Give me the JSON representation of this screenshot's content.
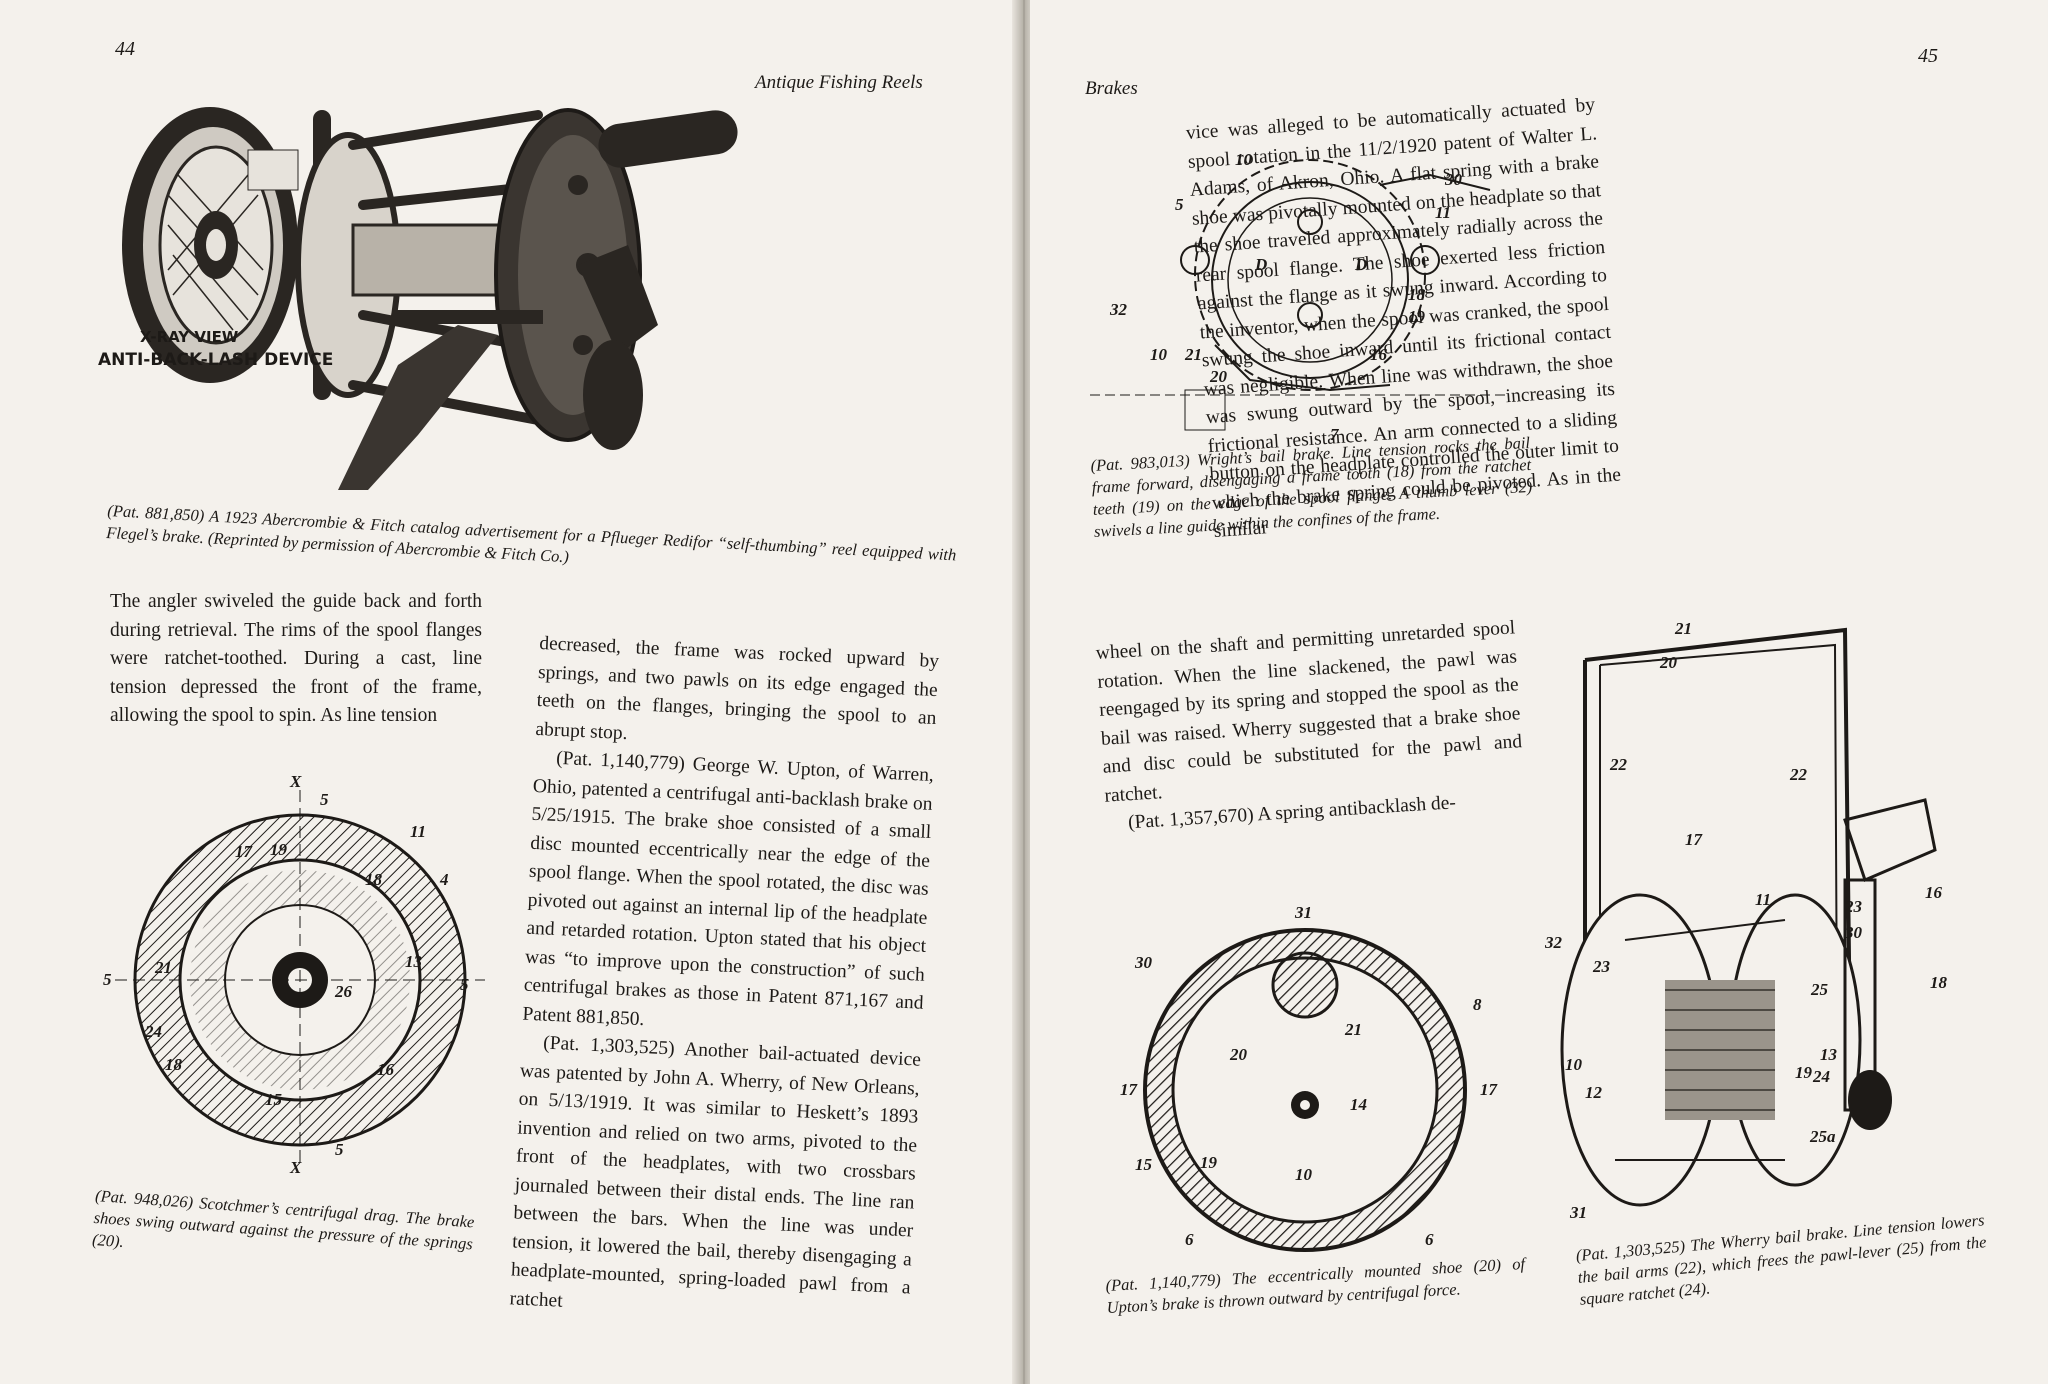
{
  "left_page": {
    "folio": "44",
    "running_head": "Antique Fishing Reels",
    "figure1": {
      "xray_label": "X-RAY VIEW",
      "device_label": "ANTI-BACK-LASH DEVICE"
    },
    "caption1": "(Pat. 881,850) A 1923 Abercrombie & Fitch catalog advertisement for a Pflueger Redifor “self-thumbing” reel equipped with Flegel’s brake. (Reprinted by permission of Abercrombie & Fitch Co.)",
    "col1_text": "The angler swiveled the guide back and forth during retrieval. The rims of the spool flanges were ratchet-toothed. During a cast, line tension depressed the front of the frame, allowing the spool to spin. As line tension",
    "figure2": {
      "labels": [
        "X",
        "5",
        "11",
        "17",
        "19",
        "18",
        "4",
        "5",
        "21",
        "13",
        "5",
        "26",
        "24",
        "18",
        "16",
        "15",
        "5",
        "X"
      ]
    },
    "caption2": "(Pat. 948,026) Scotchmer’s centrifugal drag. The brake shoes swing outward against the pressure of the springs (20).",
    "col2_p1": "decreased, the frame was rocked upward by springs, and two pawls on its edge engaged the teeth on the flanges, bringing the spool to an abrupt stop.",
    "col2_p2": "(Pat. 1,140,779) George W. Upton, of Warren, Ohio, patented a centrifugal anti-backlash brake on 5/25/1915. The brake shoe consisted of a small disc mounted eccentrically near the edge of the spool flange. When the spool rotated, the disc was pivoted out against an internal lip of the headplate and retarded rotation. Upton stated that his object was “to improve upon the construction” of such centrifugal brakes as those in Patent 871,167 and Patent 881,850.",
    "col2_p3": "(Pat. 1,303,525) Another bail-actuated device was patented by John A. Wherry, of New Orleans, on 5/13/1919. It was similar to Heskett’s 1893 invention and relied on two arms, pivoted to the front of the headplates, with two crossbars journaled between their distal ends. The line ran between the bars. When the line was under tension, it lowered the bail, thereby disengaging a headplate-mounted, spring-loaded pawl from a ratchet"
  },
  "right_page": {
    "folio": "45",
    "running_head": "Brakes",
    "figure3": {
      "labels": [
        "10",
        "30",
        "5",
        "11",
        "D",
        "D",
        "18",
        "19",
        "32",
        "10",
        "21",
        "16",
        "20",
        "7"
      ]
    },
    "caption3": "(Pat. 983,013) Wright’s bail brake. Line tension rocks the bail frame forward, disengaging a frame tooth (18) from the ratchet teeth (19) on the edge of the spool flange. A thumb lever (32) swivels a line guide within the confines of the frame.",
    "col_right_top": "vice was alleged to be automatically actuated by spool rotation in the 11/2/1920 patent of Walter L. Adams, of Akron, Ohio. A flat spring with a brake shoe was pivotally mounted on the headplate so that the shoe traveled approximately radially across the rear spool flange. The shoe exerted less friction against the flange as it swung inward. According to the inventor, when the spool was cranked, the spool swung the shoe inward until its frictional contact was negligible. When line was withdrawn, the shoe was swung outward by the spool, increasing its frictional resistance. An arm connected to a sliding button on the headplate controlled the outer limit to which the brake spring could be pivoted. As in the similar",
    "col_mid_p1": "wheel on the shaft and permitting unretarded spool rotation. When the line slackened, the pawl was reengaged by its spring and stopped the spool as the bail was raised. Wherry suggested that a brake shoe and disc could be substituted for the pawl and ratchet.",
    "col_mid_p2": "(Pat. 1,357,670) A spring antibacklash de-",
    "figure4": {
      "labels": [
        "31",
        "30",
        "8",
        "21",
        "20",
        "17",
        "17",
        "14",
        "15",
        "19",
        "10",
        "6",
        "6"
      ]
    },
    "caption4": "(Pat. 1,140,779) The eccentrically mounted shoe (20) of Upton’s brake is thrown outward by centrifugal force.",
    "figure5": {
      "labels": [
        "21",
        "20",
        "22",
        "22",
        "17",
        "16",
        "11",
        "32",
        "23",
        "23",
        "30",
        "18",
        "25",
        "10",
        "12",
        "19",
        "13",
        "24",
        "25a",
        "31"
      ]
    },
    "caption5": "(Pat. 1,303,525) The Wherry bail brake. Line tension lowers the bail arms (22), which frees the pawl-lever (25) from the square ratchet (24)."
  }
}
